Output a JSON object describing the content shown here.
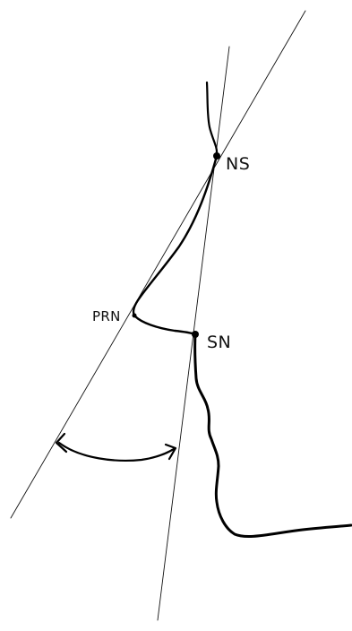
{
  "landmarks": {
    "nasion": {
      "label": "NS"
    },
    "pronasale": {
      "label": "PRN"
    },
    "subnasale": {
      "label": "SN"
    }
  },
  "colors": {
    "ink": "#000000",
    "paper": "#ffffff"
  }
}
